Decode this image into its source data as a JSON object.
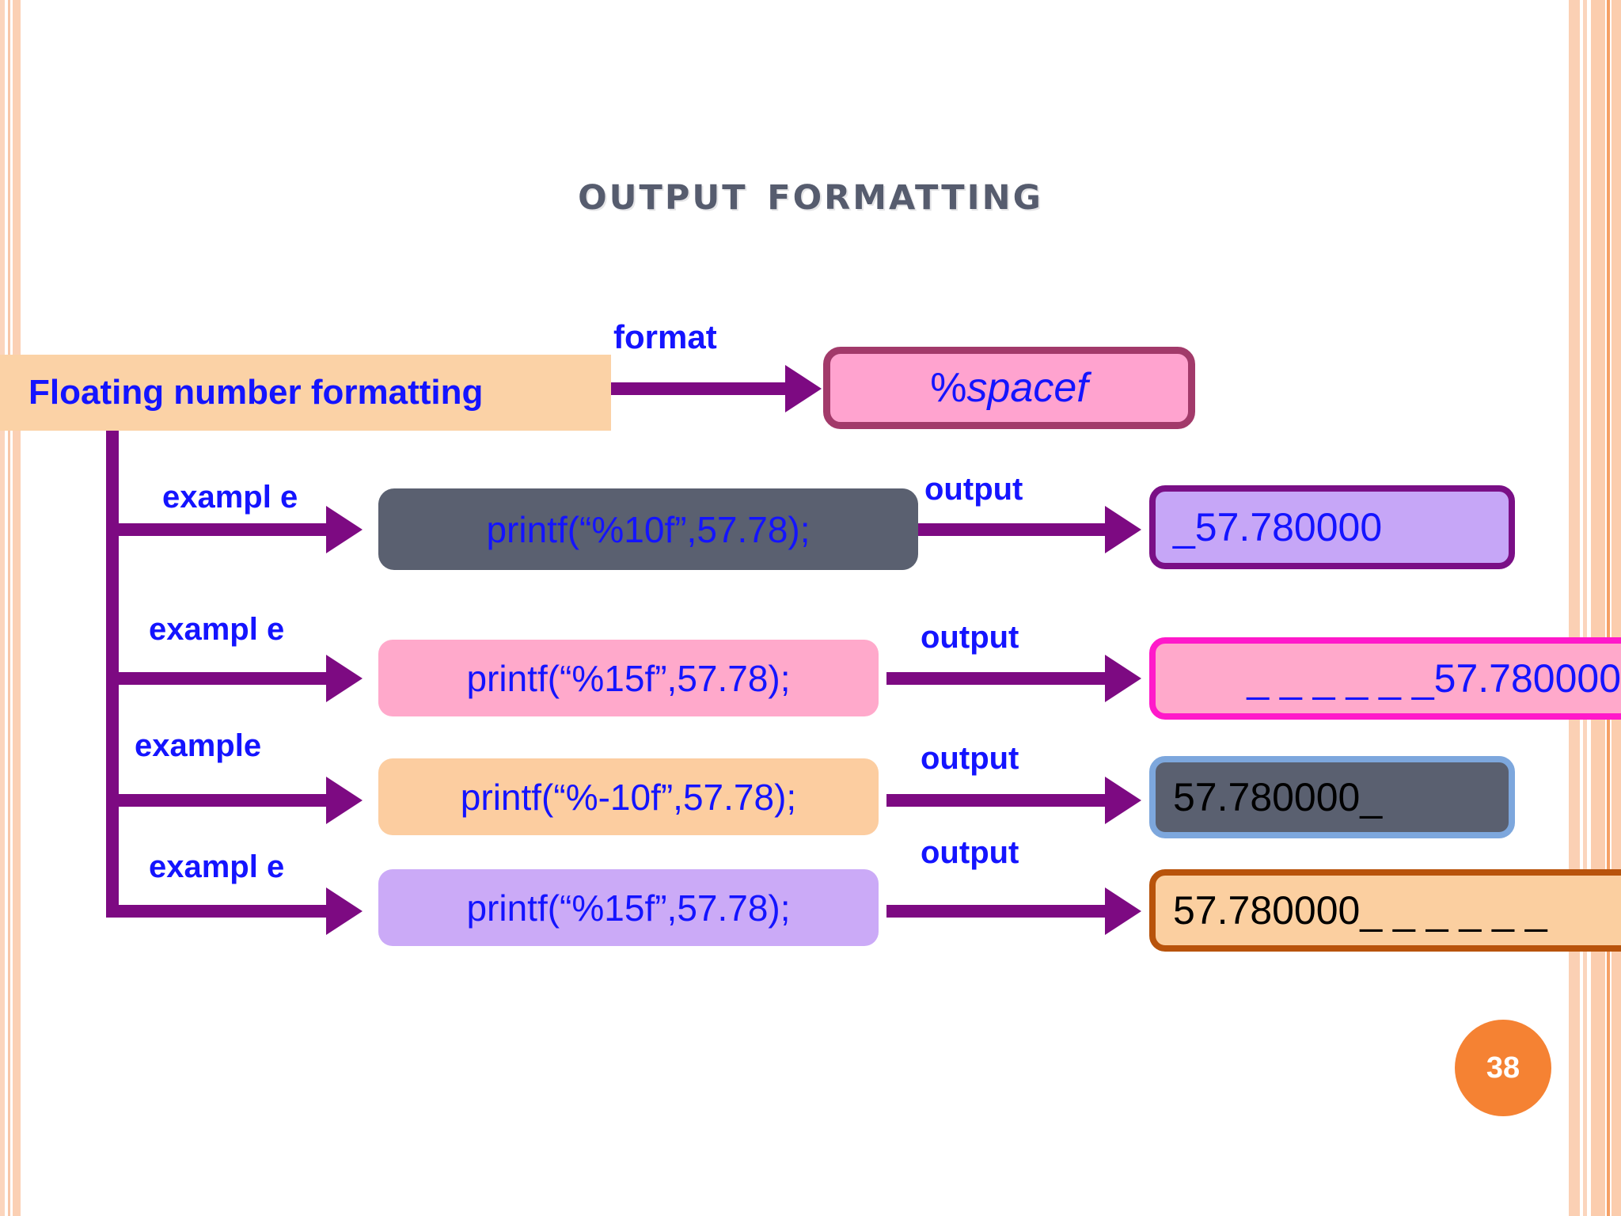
{
  "slide": {
    "title": "Output formatting",
    "page_number": "38"
  },
  "topic": {
    "banner_label": "Floating number formatting",
    "format_arrow_label": "format",
    "format_value_prefix": "%",
    "format_value_italic": "spacef"
  },
  "rows": [
    {
      "example_label": "exampl e",
      "code": "printf(“%10f”,57.78);",
      "output_label": "output",
      "output": "_57.780000"
    },
    {
      "example_label": "exampl e",
      "code": "printf(“%15f”,57.78);",
      "output_label": "output",
      "output": "_ _ _ _ _ _57.780000"
    },
    {
      "example_label": "example",
      "code": "printf(“%-10f”,57.78);",
      "output_label": "output",
      "output": "57.780000_"
    },
    {
      "example_label": "exampl e",
      "code": "printf(“%15f”,57.78);",
      "output_label": "output",
      "output": "57.780000_ _ _ _ _ _"
    }
  ],
  "colors": {
    "title_gray": "#565c6e",
    "label_blue": "#1414ff",
    "arrow_purple": "#7d0a82",
    "banner_peach": "#fbd2a6",
    "pink": "#ffa9cb",
    "pink_border": "#a23a6a",
    "magenta_border": "#ff19ca",
    "purple_fill": "#c6a6f7",
    "purple_border": "#7a0f86",
    "dark_slate": "#5a6070",
    "blue_border": "#7da7dd",
    "brown_border": "#b8530b",
    "badge_orange": "#f58233",
    "edge_peach": "#fbd5bd"
  }
}
